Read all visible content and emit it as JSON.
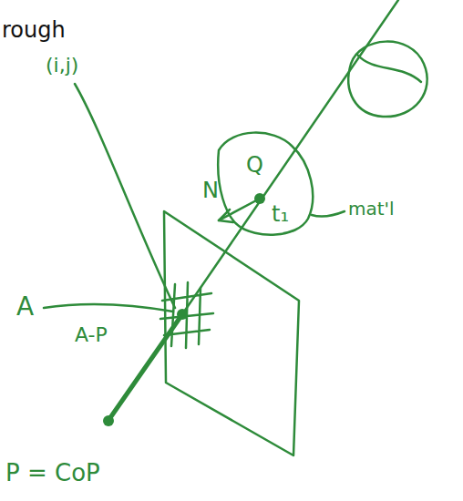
{
  "diagram": {
    "labels": [
      "rough",
      "(i,j)",
      "N",
      "Q",
      "t₁",
      "mat'l",
      "A",
      "A-P",
      "P = CoP"
    ]
  }
}
